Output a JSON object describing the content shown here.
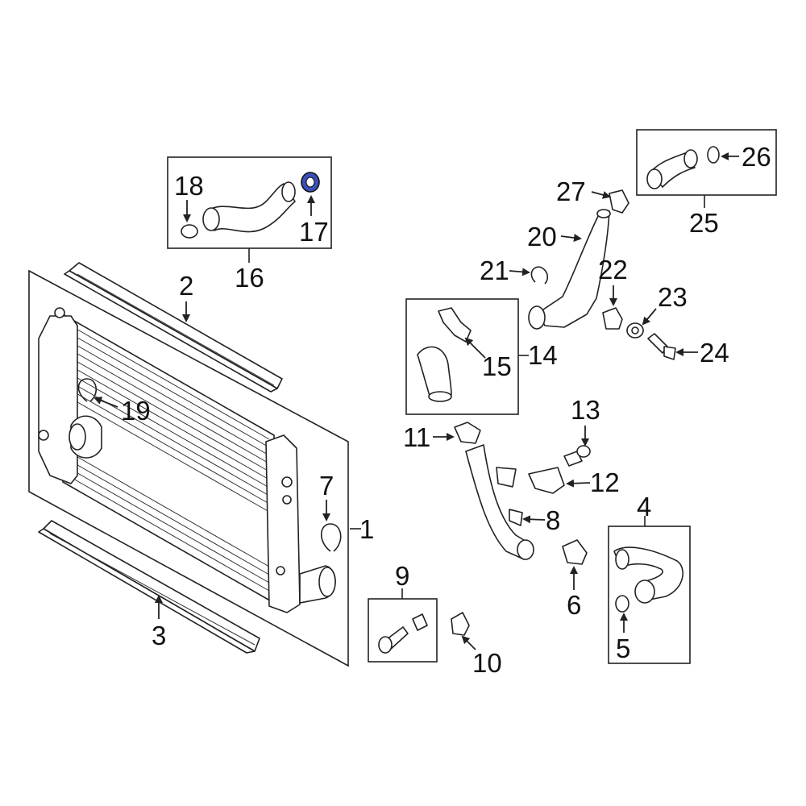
{
  "callouts": {
    "c1": "1",
    "c2": "2",
    "c3": "3",
    "c4": "4",
    "c5": "5",
    "c6": "6",
    "c7": "7",
    "c8": "8",
    "c9": "9",
    "c10": "10",
    "c11": "11",
    "c12": "12",
    "c13": "13",
    "c14": "14",
    "c15": "15",
    "c16": "16",
    "c17": "17",
    "c18": "18",
    "c19": "19",
    "c20": "20",
    "c21": "21",
    "c22": "22",
    "c23": "23",
    "c24": "24",
    "c25": "25",
    "c26": "26",
    "c27": "27"
  },
  "colors": {
    "line": "#222222",
    "highlight": "#3a4fb8",
    "background": "#ffffff"
  }
}
